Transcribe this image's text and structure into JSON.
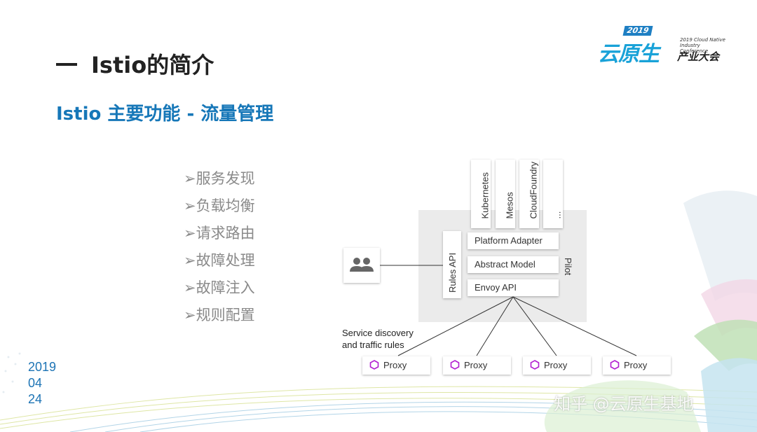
{
  "header": {
    "title": "Istio的简介",
    "subtitle": "Istio 主要功能 - 流量管理"
  },
  "logo": {
    "year": "2019",
    "main": "云原生",
    "small_en": "2019 Cloud Native Industry Conference",
    "sub": "产业大会"
  },
  "features": [
    "➢服务发现",
    "➢负载均衡",
    "➢请求路由",
    "➢故障处理",
    "➢故障注入",
    "➢规则配置"
  ],
  "date": {
    "year": "2019",
    "month": "04",
    "day": "24"
  },
  "diagram": {
    "platforms": [
      "Kubernetes",
      "Mesos",
      "CloudFoundry",
      "..."
    ],
    "layers": [
      "Platform Adapter",
      "Abstract Model",
      "Envoy API"
    ],
    "rules_api": "Rules API",
    "pilot": "Pilot",
    "sd_label_line1": "Service discovery",
    "sd_label_line2": "and traffic rules",
    "proxies": [
      "Proxy",
      "Proxy",
      "Proxy",
      "Proxy"
    ]
  },
  "watermark": "知乎 @云原生基地",
  "colors": {
    "accent": "#1677b8",
    "proxy_icon": "#b11ed1",
    "bullet_text": "#8a8a8a"
  }
}
